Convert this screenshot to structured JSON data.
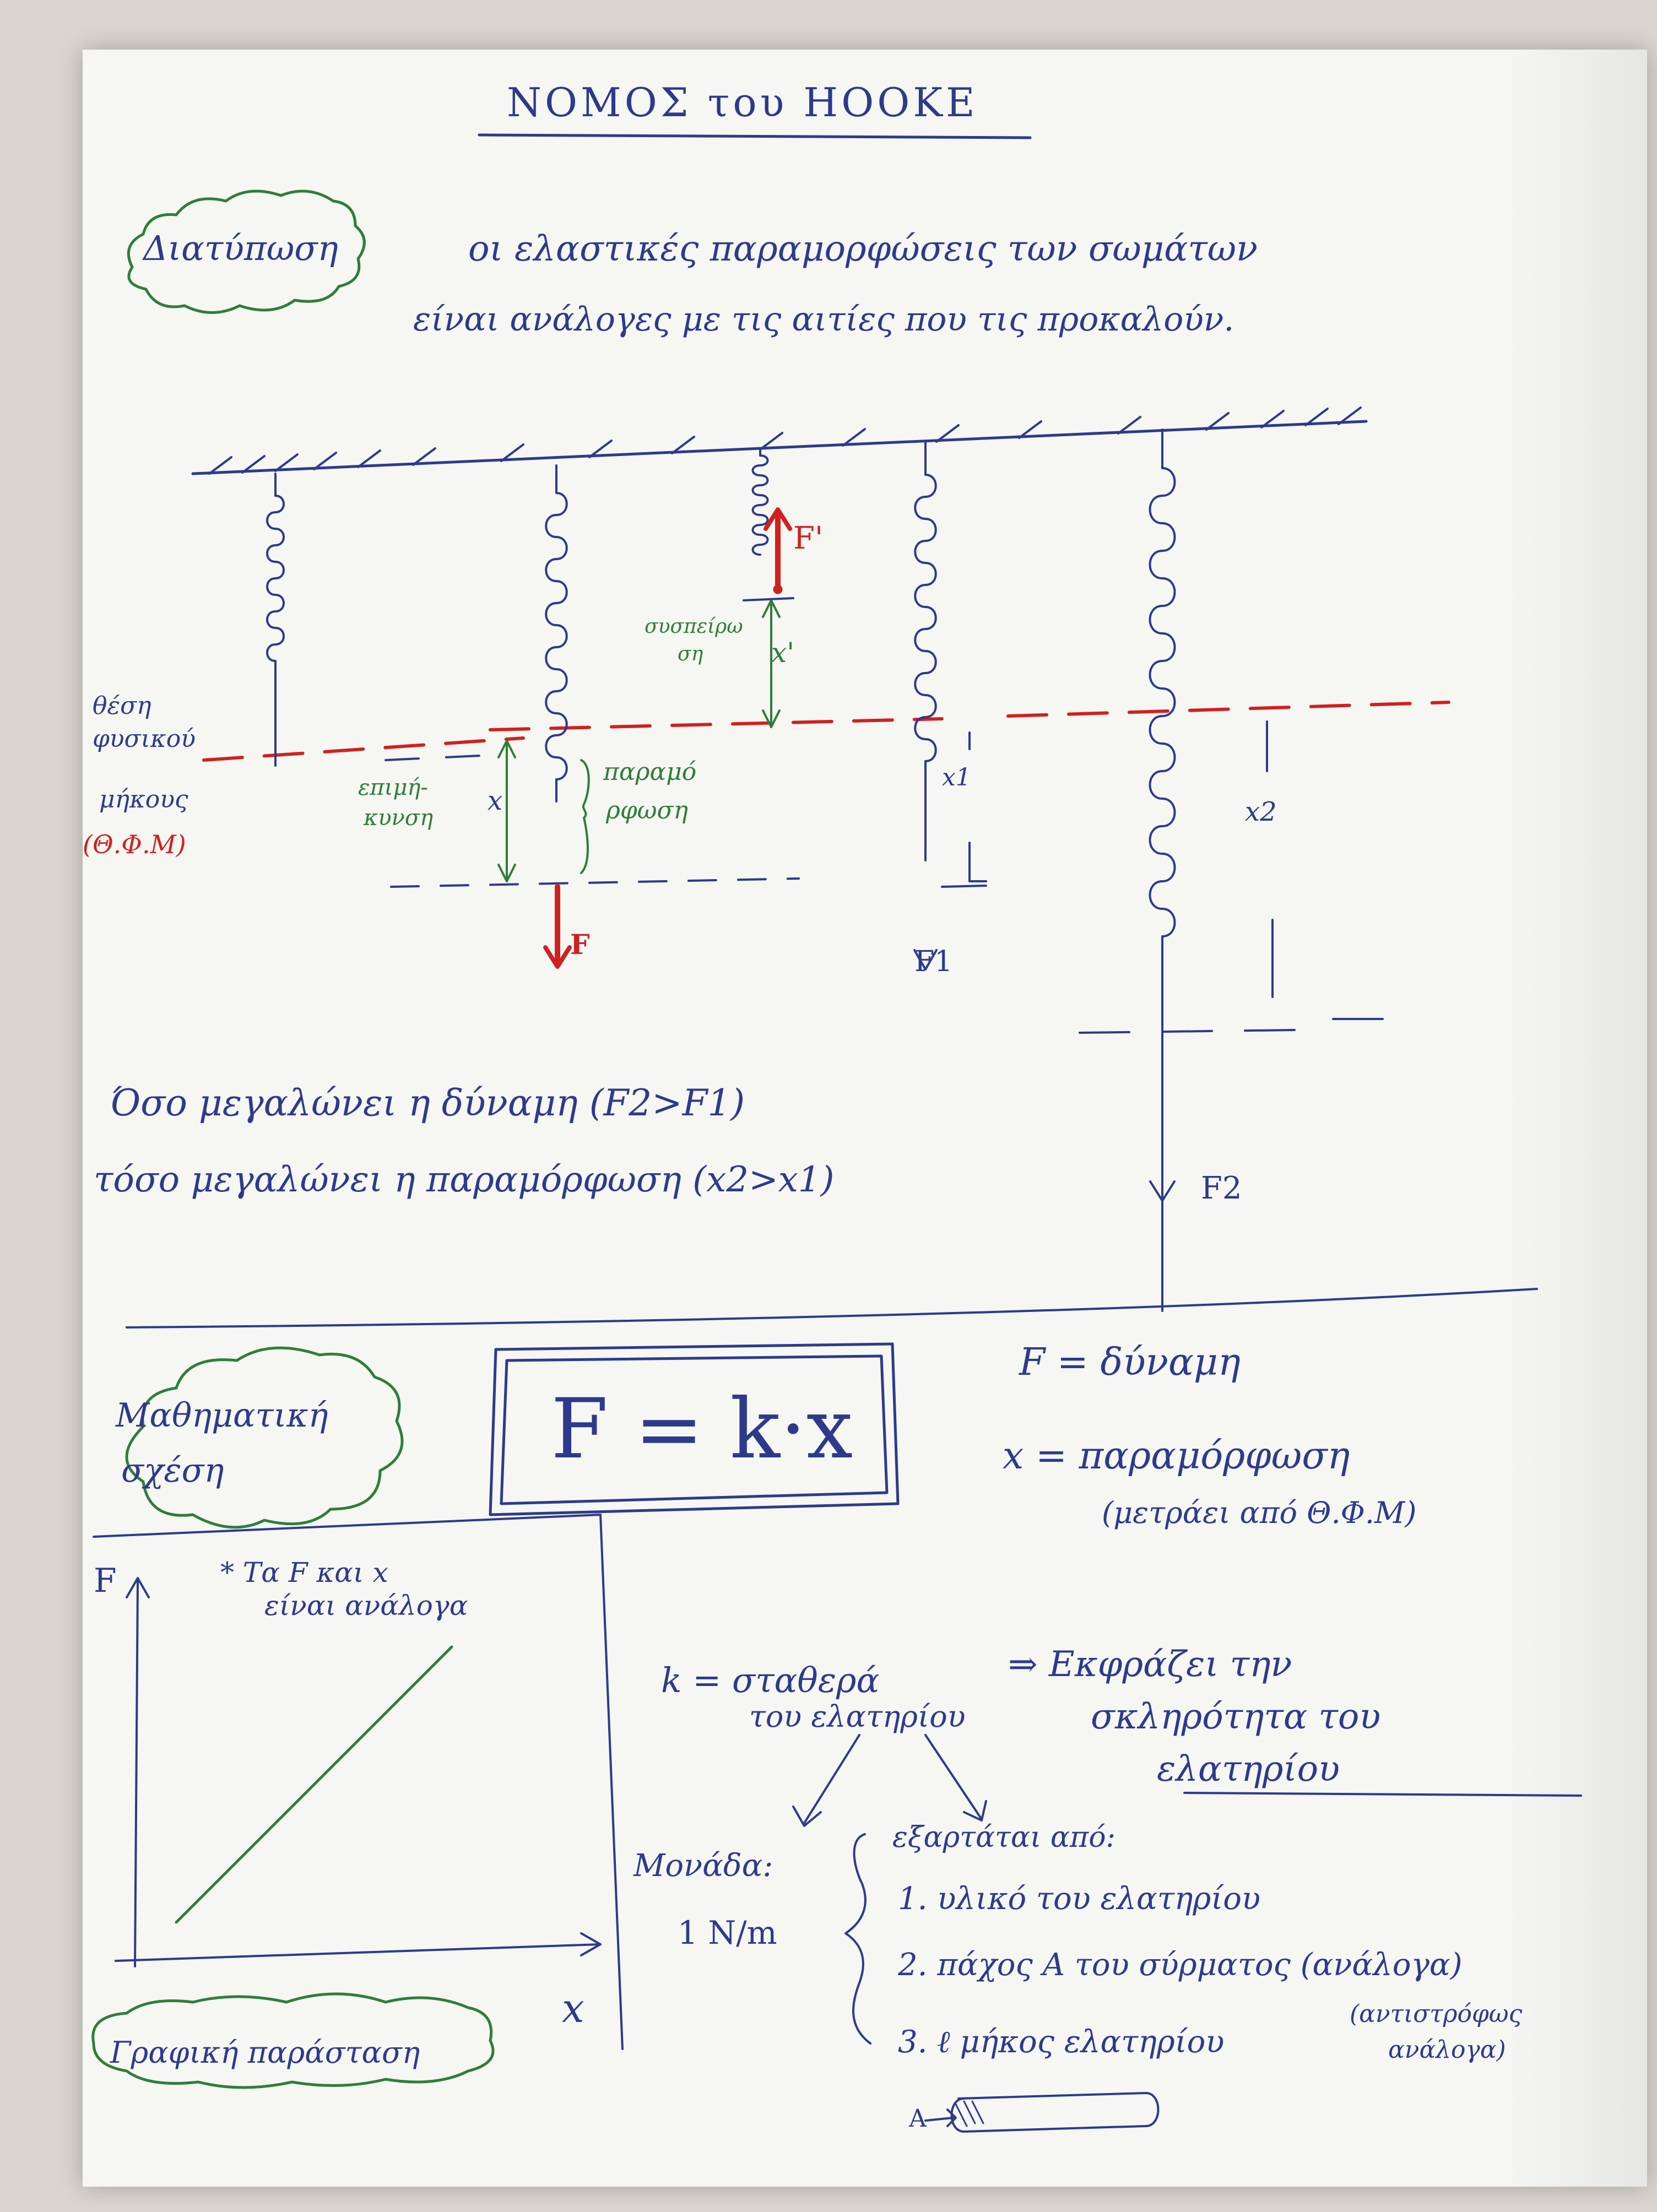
{
  "title": "ΝΟΜΟΣ του HOOKE",
  "definition": {
    "label": "Διατύπωση",
    "line1": "οι ελαστικές παραμορφώσεις των σωμάτων",
    "line2": "είναι ανάλογες με τις αιτίες που τις προκαλούν."
  },
  "diagram": {
    "natural_length_label_1": "θέση",
    "natural_length_label_2": "φυσικού",
    "natural_length_label_3": "μήκους",
    "natural_length_abbr": "(Θ.Φ.Μ)",
    "elongation_label_1": "επιμή-",
    "elongation_label_2": "κυνση",
    "deformation_label_1": "παραμό",
    "deformation_label_2": "ρφωση",
    "compression_label_1": "συσπείρω",
    "compression_label_2": "ση",
    "x": "x",
    "x_prime": "x'",
    "x1": "x1",
    "x2": "x2",
    "F": "F",
    "F_prime": "F'",
    "F1": "F1",
    "F2": "F2",
    "conclusion_1": "Όσο μεγαλώνει η δύναμη (F2>F1)",
    "conclusion_2": "τόσο μεγαλώνει η παραμόρφωση (x2>x1)"
  },
  "math": {
    "cloud_label_1": "Μαθηματική",
    "cloud_label_2": "σχέση",
    "formula": "F = k·x",
    "def_F": "F = δύναμη",
    "def_x": "x = παραμόρφωση",
    "def_x_note": "(μετράει από Θ.Φ.Μ)",
    "k_def_1": "k = σταθερά",
    "k_def_2": "του ελατηρίου",
    "k_expresses_1": "⇒ Εκφράζει την",
    "k_expresses_2": "σκληρότητα του",
    "k_expresses_3": "ελατηρίου",
    "unit_label": "Μονάδα:",
    "unit_value": "1 N/m",
    "depends_label": "εξαρτάται από:",
    "depends_1": "1. υλικό του ελατηρίου",
    "depends_2": "2. πάχος A του σύρματος (ανάλογα)",
    "depends_3": "3. ℓ μήκος ελατηρίου",
    "depends_3_note_1": "(αντιστρόφως",
    "depends_3_note_2": "ανάλογα)",
    "wire_label": "A"
  },
  "graph": {
    "y_label": "F",
    "x_label": "x",
    "note_1": "* Τα F και x",
    "note_2": "είναι ανάλογα",
    "caption": "Γραφική παράσταση"
  },
  "colors": {
    "ink_blue": "#2d3a8c",
    "ink_green": "#2f7d3a",
    "ink_red": "#d02020"
  }
}
